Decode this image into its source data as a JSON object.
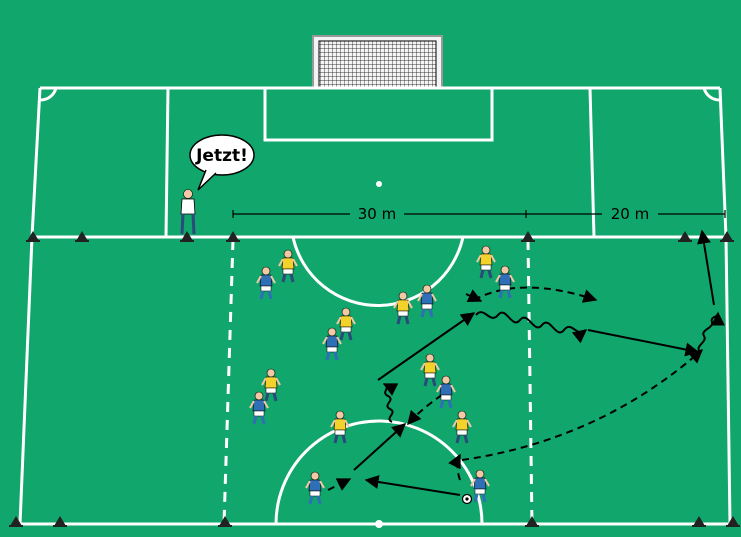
{
  "pitch": {
    "grass_color": "#11a66b",
    "line_color": "#ffffff",
    "dark_line_color": "#000000"
  },
  "annotations": {
    "coach_shout": "Jetzt!",
    "dim_1": "30 m",
    "dim_2": "20 m"
  },
  "players": {
    "team_blue_color": "#2f6fb5",
    "team_yellow_color": "#f2d22b",
    "coach_shirt_color": "#ffffff"
  },
  "icons": {
    "goal": "goal-icon",
    "cone": "cone-icon",
    "ball": "ball-icon",
    "coach": "coach-icon"
  }
}
